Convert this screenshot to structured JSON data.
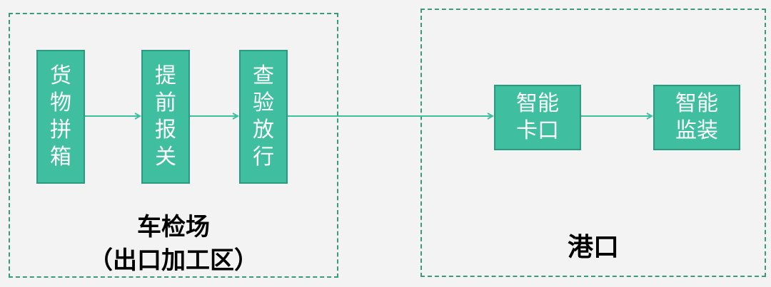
{
  "colors": {
    "box_fill": "#3fbf9f",
    "box_border": "#2c9a7f",
    "arrow": "#3fbf9f",
    "zone_border": "#3a9a7c"
  },
  "zones": {
    "left": {
      "title": "车检场",
      "subtitle": "（出口加工区）"
    },
    "right": {
      "title": "港口"
    }
  },
  "steps": {
    "cargo": "货物拼箱",
    "declare": "提前报关",
    "inspect": "查验放行",
    "gate": "智能卡口",
    "monitor": "智能监装"
  }
}
